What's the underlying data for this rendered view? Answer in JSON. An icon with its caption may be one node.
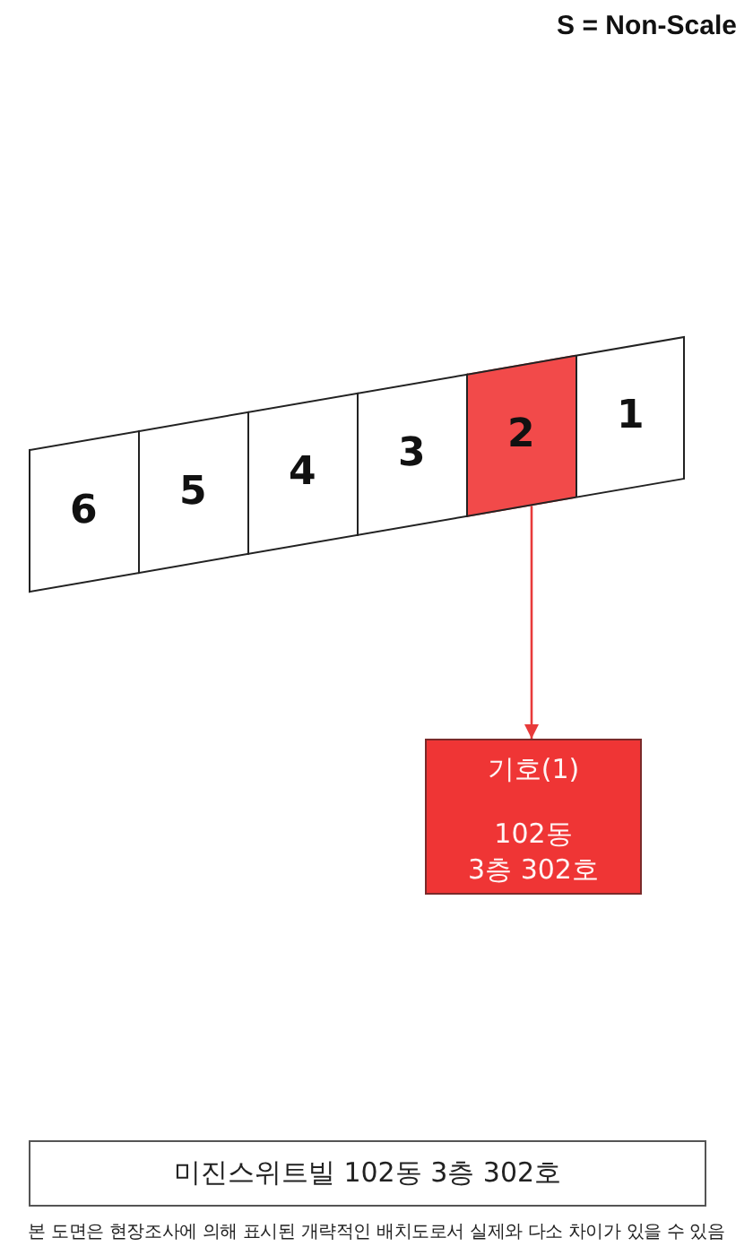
{
  "diagram": {
    "nodes": [
      {
        "text": [
          "6"
        ]
      },
      {
        "text": [
          "5"
        ]
      },
      {
        "text": [
          "4"
        ]
      },
      {
        "text": [
          "3"
        ]
      },
      {
        "text": [
          "2"
        ]
      },
      {
        "text": [
          "1"
        ]
      },
      {
        "text": [
          "기호(1)",
          "102동",
          "3층 302호"
        ]
      },
      {
        "text": [
          "미진스위트빌 102동 3층 302호"
        ]
      }
    ],
    "edges": [
      {
        "from": 4,
        "to": 6,
        "arrow": "to",
        "color": "#e83a3a"
      }
    ],
    "labels": [
      "S = Non-Scale",
      "본 도면은 현장조사에 의해 표시된 개략적인 배치도로서 실제와 다소 차이가 있을 수 있음"
    ]
  }
}
